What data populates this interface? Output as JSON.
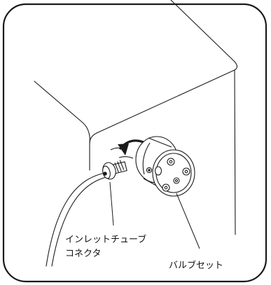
{
  "labels": {
    "inlet_connector_line1": "インレットチューブ",
    "inlet_connector_line2": "コネクタ",
    "valve_set": "バルブセット"
  },
  "colors": {
    "stroke": "#1a1a1a",
    "background": "#ffffff"
  }
}
